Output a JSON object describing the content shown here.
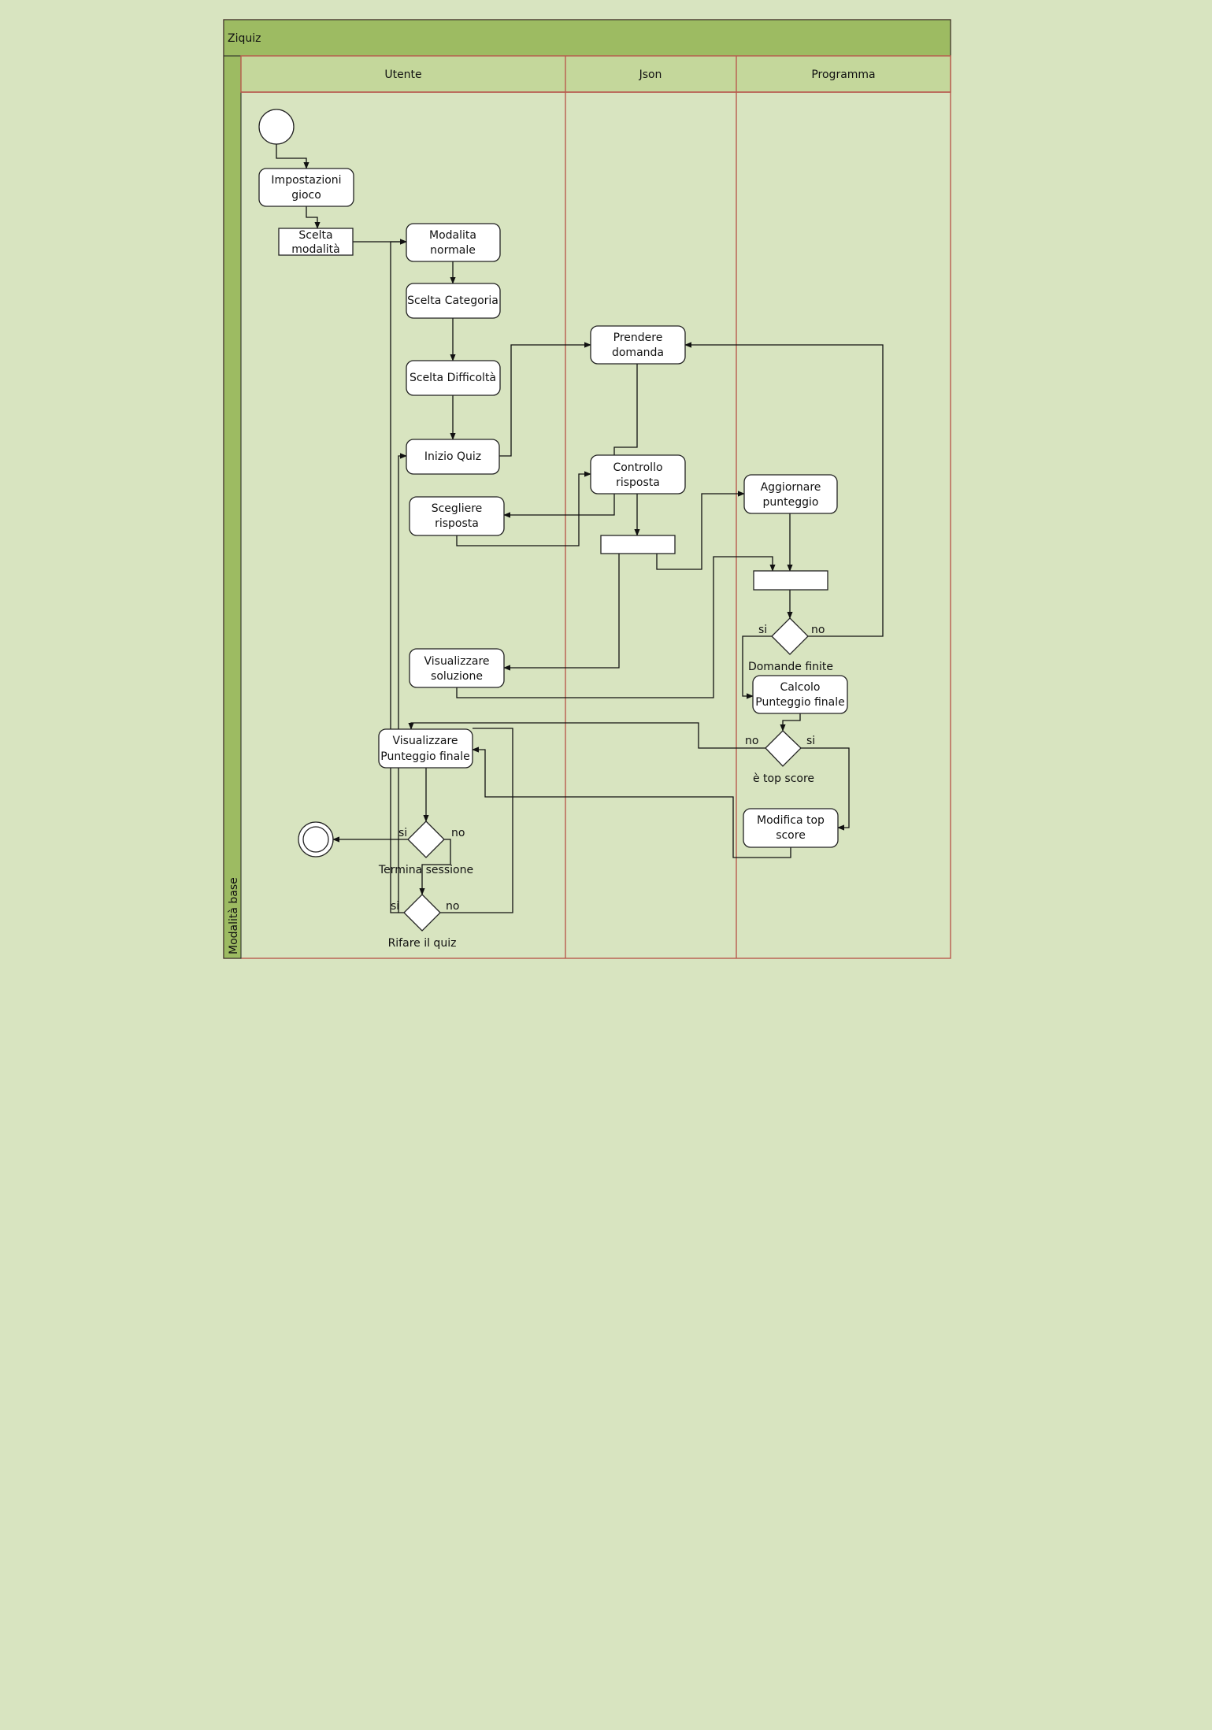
{
  "diagram": {
    "title": "Ziquiz",
    "pool_label": "Modalità base",
    "lanes": [
      "Utente",
      "Json",
      "Programma"
    ],
    "colors": {
      "background": "#d8e4c0",
      "title_bar": "#9dbb62",
      "lane_header": "#c4d79b",
      "border": "#b85a4e",
      "node_fill": "#ffffff"
    },
    "nodes": {
      "impostazioni": [
        "Impostazioni",
        "gioco"
      ],
      "scelta_modalita": [
        "Scelta",
        "modalità"
      ],
      "modalita_normale": [
        "Modalita",
        "normale"
      ],
      "scelta_categoria": [
        "Scelta Categoria"
      ],
      "scelta_difficolta": [
        "Scelta Difficoltà"
      ],
      "inizio_quiz": [
        "Inizio Quiz"
      ],
      "prendere_domanda": [
        "Prendere",
        "domanda"
      ],
      "controllo_risposta": [
        "Controllo",
        "risposta"
      ],
      "scegliere_risposta": [
        "Scegliere",
        "risposta"
      ],
      "aggiornare_punteggio": [
        "Aggiornare",
        "punteggio"
      ],
      "visualizzare_soluzione": [
        "Visualizzare",
        "soluzione"
      ],
      "calcolo_punteggio": [
        "Calcolo",
        "Punteggio finale"
      ],
      "visualizzare_punteggio": [
        "Visualizzare",
        "Punteggio finale"
      ],
      "modifica_top_score": [
        "Modifica top",
        "score"
      ]
    },
    "decisions": {
      "domande_finite": "Domande finite",
      "top_score": "è top score",
      "termina_sessione": "Termina sessione",
      "rifare_quiz": "Rifare il quiz"
    },
    "branch_labels": {
      "yes": "si",
      "no": "no"
    }
  }
}
